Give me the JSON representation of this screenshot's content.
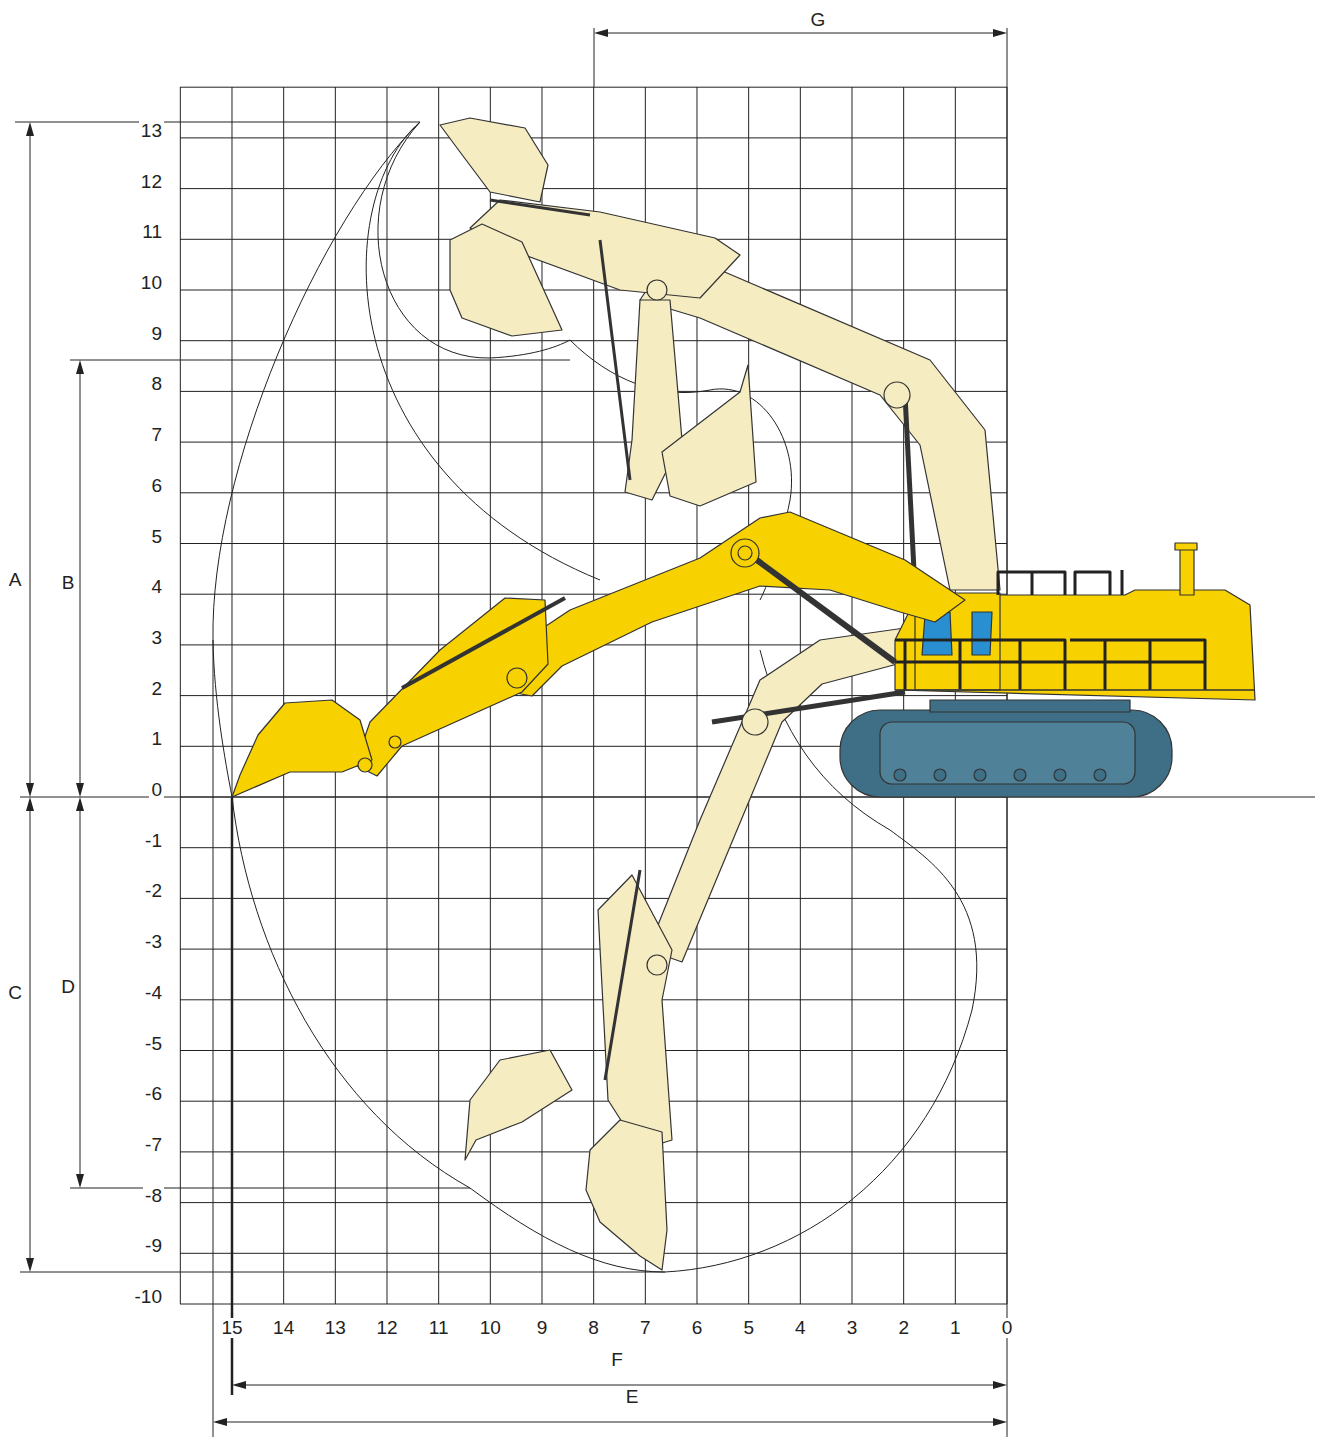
{
  "diagram": {
    "labels": [
      "13",
      "12",
      "11",
      "10",
      "9",
      "8",
      "7",
      "6",
      "5",
      "4",
      "3",
      "2",
      "1",
      "0",
      "-1",
      "-2",
      "-3",
      "-4",
      "-5",
      "-6",
      "-7",
      "-8",
      "-9",
      "-10",
      "15",
      "14",
      "13",
      "12",
      "11",
      "10",
      "9",
      "8",
      "7",
      "6",
      "5",
      "4",
      "3",
      "2",
      "1",
      "0",
      "A",
      "B",
      "C",
      "D",
      "E",
      "F",
      "G"
    ]
  }
}
